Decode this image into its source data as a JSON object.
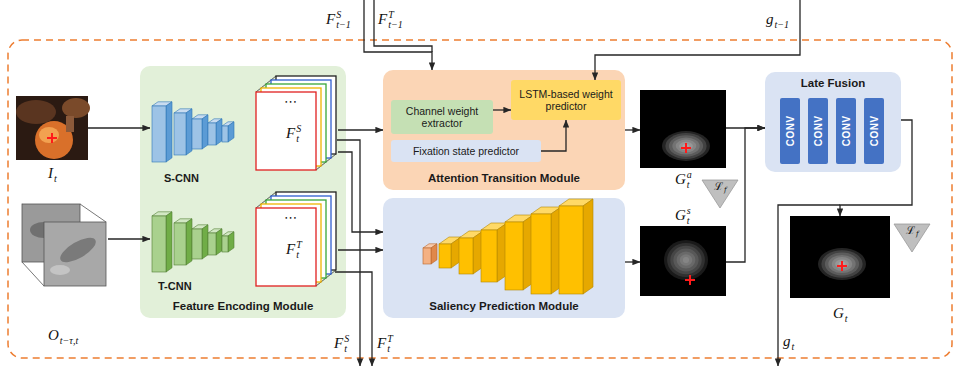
{
  "diagram": {
    "nodes": [
      {
        "text": [
          "I",
          "t"
        ]
      },
      {
        "text": [
          "O",
          "t−τ,t"
        ]
      },
      {
        "text": [
          "Feature Encoding Module"
        ]
      },
      {
        "text": [
          "S-CNN"
        ],
        "in": 2
      },
      {
        "text": [
          "⋯",
          "F",
          "t",
          "S"
        ],
        "in": 2
      },
      {
        "text": [
          "T-CNN"
        ],
        "in": 2
      },
      {
        "text": [
          "⋯",
          "F",
          "t",
          "T"
        ],
        "in": 2
      },
      {
        "text": [
          "Attention Transition Module"
        ]
      },
      {
        "text": [
          "Channel weight extractor"
        ],
        "in": 7
      },
      {
        "text": [
          "LSTM-based weight predictor"
        ],
        "in": 7
      },
      {
        "text": [
          "Fixation state predictor"
        ],
        "in": 7
      },
      {
        "text": [
          "Saliency Prediction Module"
        ]
      },
      {
        "text": [
          "G",
          "t",
          "a"
        ]
      },
      {
        "text": [
          "ℒ",
          "f"
        ]
      },
      {
        "text": [
          "G",
          "t",
          "s"
        ]
      },
      {
        "text": [
          "Late Fusion"
        ]
      },
      {
        "text": [
          "CONV"
        ],
        "in": 15
      },
      {
        "text": [
          "CONV"
        ],
        "in": 15
      },
      {
        "text": [
          "CONV"
        ],
        "in": 15
      },
      {
        "text": [
          "CONV"
        ],
        "in": 15
      },
      {
        "text": [
          "G",
          "t"
        ]
      },
      {
        "text": [
          "ℒ",
          "f"
        ]
      }
    ],
    "edges": [
      {
        "from": 0,
        "to": 3,
        "arrow": "to"
      },
      {
        "from": 1,
        "to": 5,
        "arrow": "to"
      },
      {
        "from": 4,
        "to": 7,
        "arrow": "to"
      },
      {
        "from": 4,
        "to": 11,
        "arrow": "to"
      },
      {
        "from": 6,
        "to": 11,
        "arrow": "to"
      },
      {
        "from": 8,
        "to": 9,
        "arrow": "to"
      },
      {
        "from": 10,
        "to": 9,
        "arrow": "to"
      },
      {
        "from": 7,
        "to": 12,
        "arrow": "to"
      },
      {
        "from": 11,
        "to": 14,
        "arrow": "to"
      },
      {
        "from": 12,
        "to": 15,
        "arrow": "to"
      },
      {
        "from": 14,
        "to": 15,
        "arrow": "to"
      },
      {
        "from": 15,
        "to": 20,
        "arrow": "to"
      }
    ],
    "labels": [
      "F",
      "t−1",
      "S",
      "F",
      "t−1",
      "T",
      "g",
      "t−1",
      "F",
      "t",
      "S",
      "F",
      "t",
      "T",
      "g",
      "t"
    ]
  }
}
